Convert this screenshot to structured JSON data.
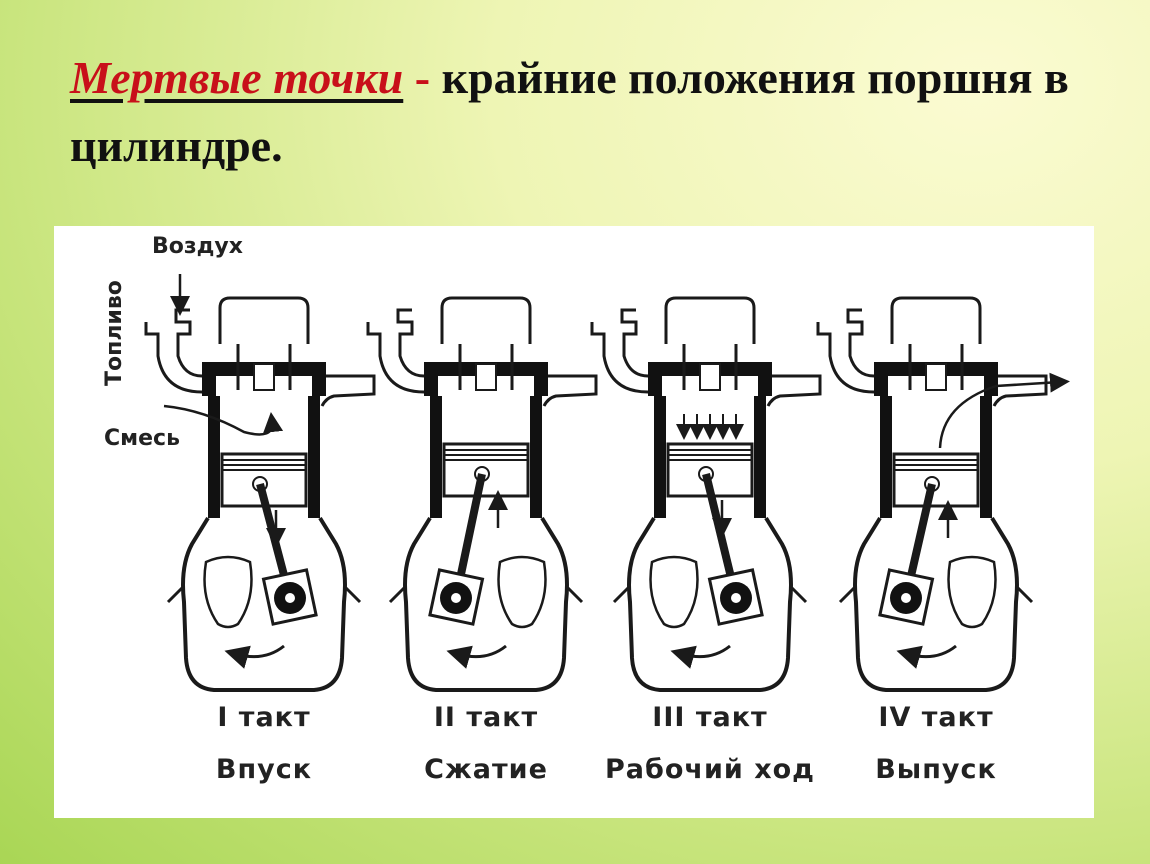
{
  "slide": {
    "title_term": "Мертвые точки",
    "title_dash": " - ",
    "title_rest": "крайние положения поршня в цилиндре."
  },
  "diagram": {
    "labels": {
      "air": "Воздух",
      "fuel": "Топливо",
      "mixture": "Смесь"
    },
    "strokes": [
      {
        "number": "I такт",
        "name": "Впуск"
      },
      {
        "number": "II такт",
        "name": "Сжатие"
      },
      {
        "number": "III такт",
        "name": "Рабочий ход"
      },
      {
        "number": "IV такт",
        "name": "Выпуск"
      }
    ],
    "colors": {
      "line": "#1a1a1a",
      "fill_dark": "#111111",
      "fill_light": "#ffffff"
    }
  }
}
